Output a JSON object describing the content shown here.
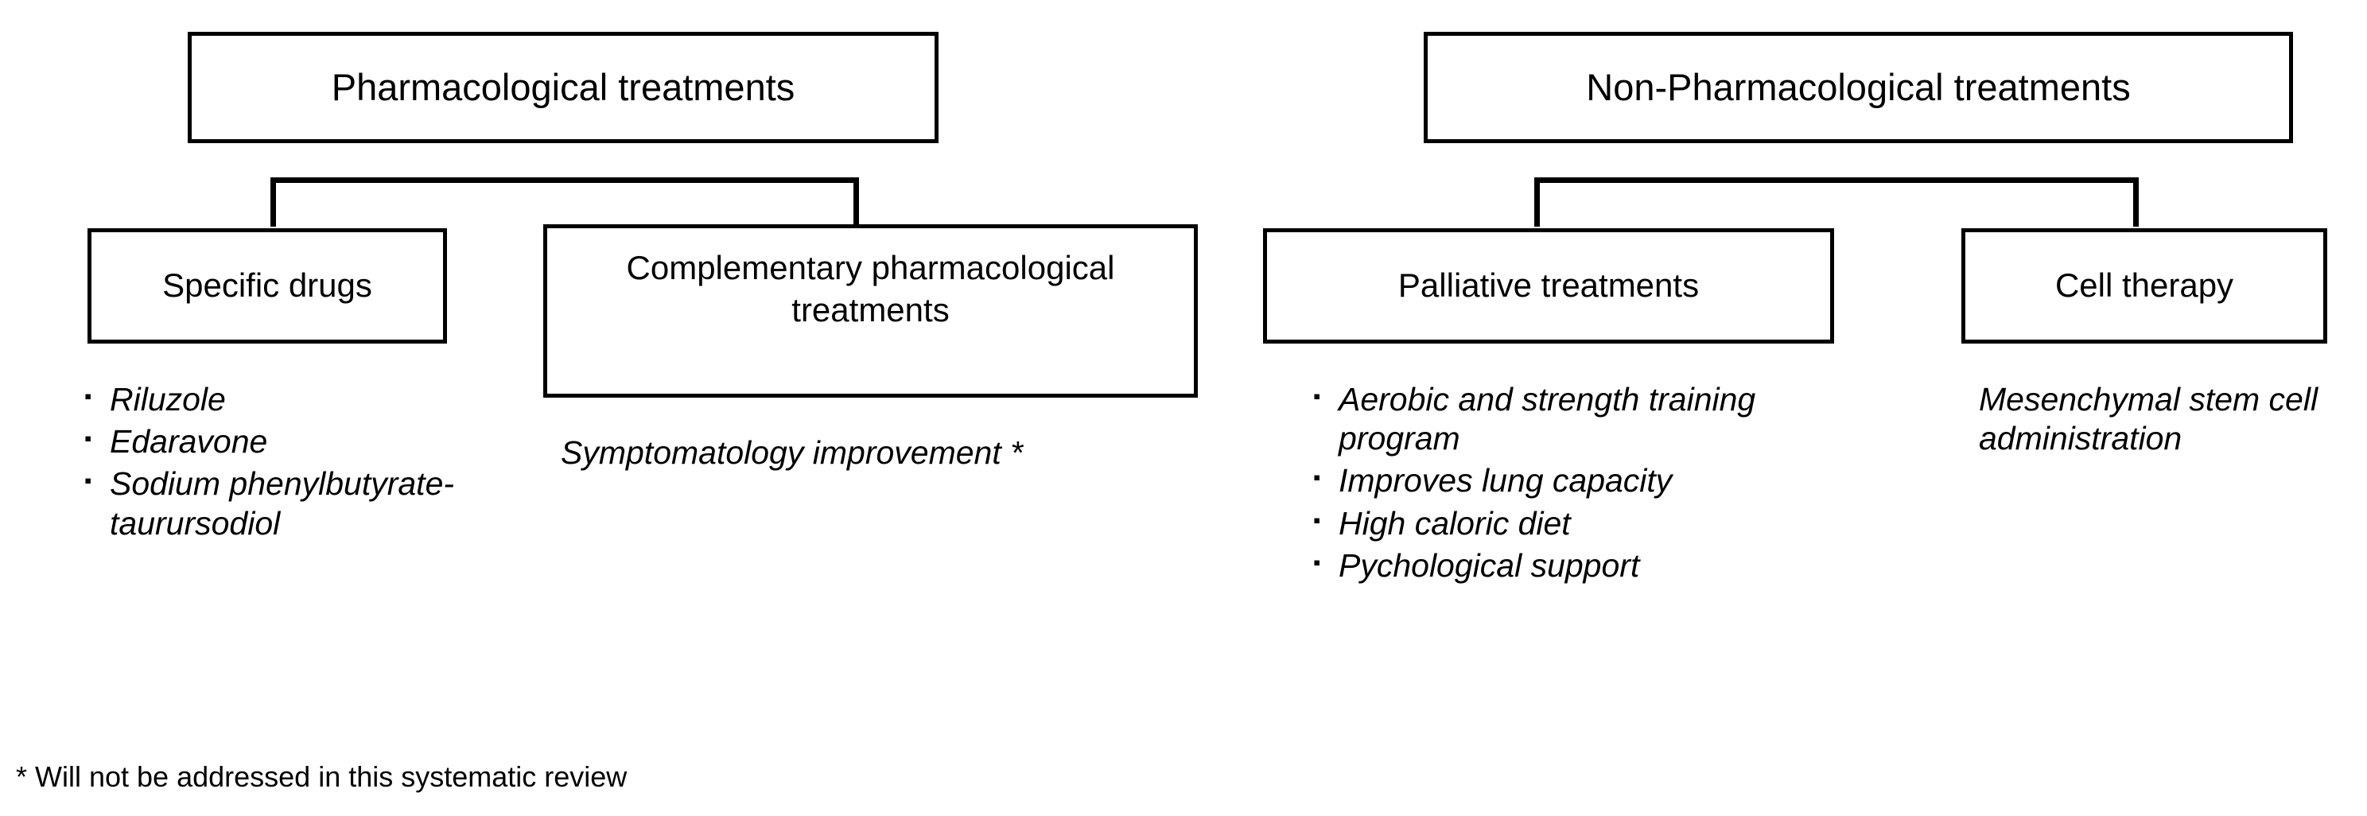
{
  "diagram": {
    "title_hidden": "",
    "branches": [
      {
        "id": "pharmacological",
        "root_label": "Pharmacological treatments",
        "children": [
          {
            "id": "specific-drugs",
            "label": "Specific drugs",
            "bullets": [
              "Riluzole",
              "Edaravone",
              "Sodium phenylbutyrate-taurursodiol"
            ]
          },
          {
            "id": "complementary",
            "label": "Complementary pharmacological treatments",
            "note": "Symptomatology improvement *",
            "bullets": []
          }
        ]
      },
      {
        "id": "non-pharmacological",
        "root_label": "Non-Pharmacological treatments",
        "children": [
          {
            "id": "palliative",
            "label": "Palliative treatments",
            "bullets": [
              "Aerobic and strength training program",
              "Improves lung capacity",
              "High caloric diet",
              "Pychological support"
            ]
          },
          {
            "id": "cell-therapy",
            "label": "Cell therapy",
            "note": "Mesenchymal stem cell administration",
            "bullets": []
          }
        ]
      }
    ],
    "footnote": "* Will not be addressed in this systematic review",
    "bullet_glyph": "▪",
    "colors": {
      "stroke": "#000000",
      "background": "#ffffff",
      "text": "#000000"
    }
  }
}
